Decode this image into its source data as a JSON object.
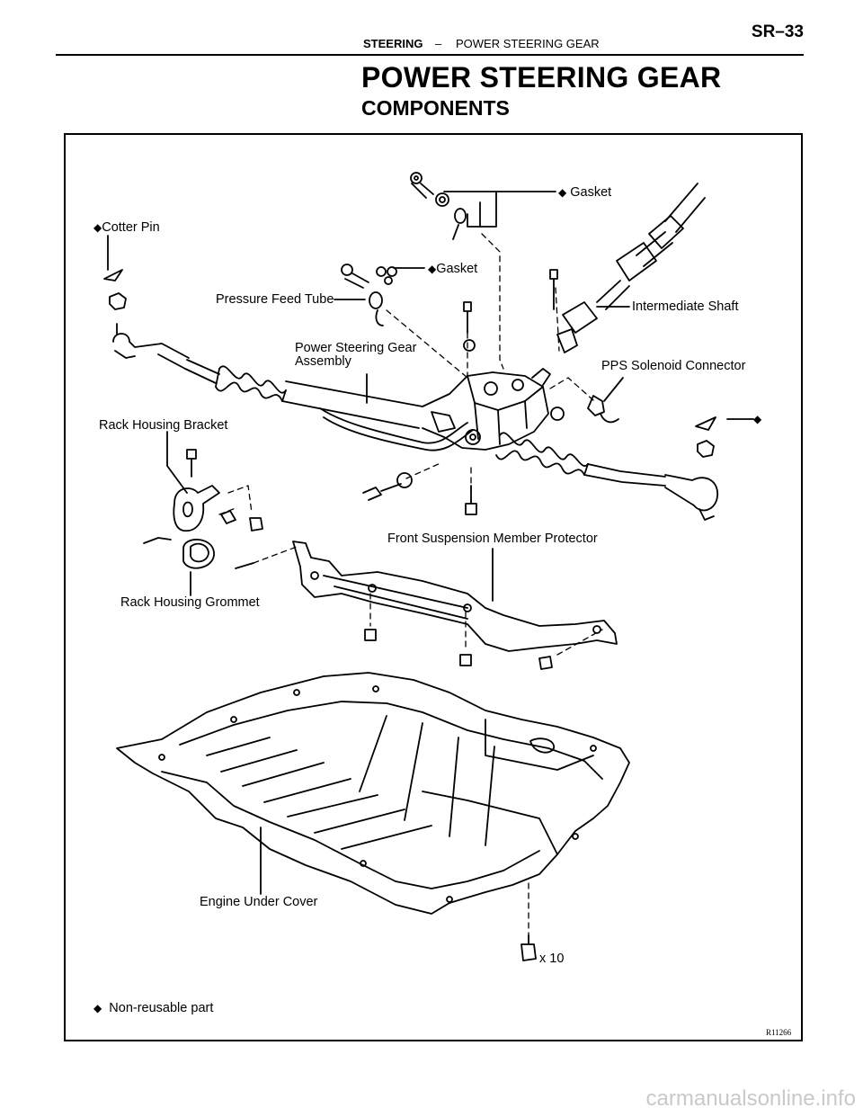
{
  "header": {
    "section": "STEERING",
    "separator": "–",
    "subsection": "POWER STEERING GEAR",
    "page_number": "SR–33"
  },
  "title": "POWER STEERING GEAR",
  "subtitle": "COMPONENTS",
  "diagram": {
    "symbol": "◆",
    "labels": {
      "gasket_top": "Gasket",
      "cotter_pin": "Cotter Pin",
      "gasket_mid": "Gasket",
      "pressure_feed_tube": "Pressure Feed Tube",
      "intermediate_shaft": "Intermediate Shaft",
      "power_steering_gear_assembly": "Power Steering Gear\nAssembly",
      "pps_solenoid_connector": "PPS Solenoid Connector",
      "rack_housing_bracket": "Rack Housing Bracket",
      "front_suspension_member_protector": "Front Suspension Member Protector",
      "rack_housing_grommet": "Rack Housing Grommet",
      "engine_under_cover": "Engine Under Cover",
      "bolt_count": "x 10"
    },
    "legend": "Non-reusable part",
    "figure_code": "R11266"
  },
  "watermark": "carmanualsonline.info"
}
